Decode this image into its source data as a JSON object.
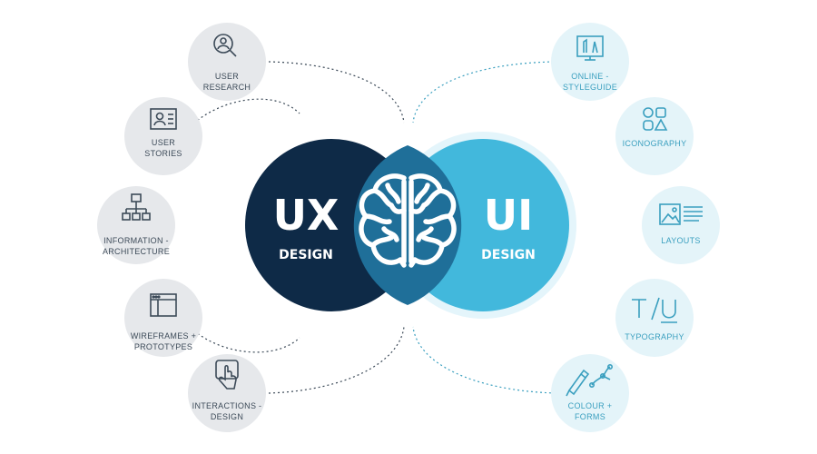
{
  "colors": {
    "ux_circle": "#0e2a47",
    "ui_circle": "#42b8dc",
    "ui_ring": "#e4f5fb",
    "ux_node_bg": "#e6e8eb",
    "ui_node_bg": "#e4f4f9",
    "ux_icon": "#3c4a58",
    "ui_icon": "#3a9fbf"
  },
  "ux": {
    "title": "UX",
    "subtitle": "DESIGN",
    "nodes": [
      {
        "icon": "magnifier-person-icon",
        "lines": [
          "USER",
          "RESEARCH"
        ]
      },
      {
        "icon": "user-card-icon",
        "lines": [
          "USER",
          "STORIES"
        ]
      },
      {
        "icon": "sitemap-icon",
        "lines": [
          "INFORMATION -",
          "ARCHITECTURE"
        ]
      },
      {
        "icon": "browser-window-icon",
        "lines": [
          "WIREFRAMES +",
          "PROTOTYPES"
        ]
      },
      {
        "icon": "touch-hand-icon",
        "lines": [
          "INTERACTIONS -",
          "DESIGN"
        ]
      }
    ]
  },
  "ui": {
    "title": "UI",
    "subtitle": "DESIGN",
    "nodes": [
      {
        "icon": "monitor-styleguide-icon",
        "lines": [
          "ONLINE -",
          "STYLEGUIDE"
        ]
      },
      {
        "icon": "shapes-icon",
        "lines": [
          "ICONOGRAPHY"
        ]
      },
      {
        "icon": "layout-icon",
        "lines": [
          "LAYOUTS"
        ]
      },
      {
        "icon": "typography-icon",
        "lines": [
          "TYPOGRAPHY"
        ]
      },
      {
        "icon": "pen-color-icon",
        "lines": [
          "COLOUR +",
          "FORMS"
        ]
      }
    ]
  },
  "center": {
    "icon": "brain-icon"
  }
}
